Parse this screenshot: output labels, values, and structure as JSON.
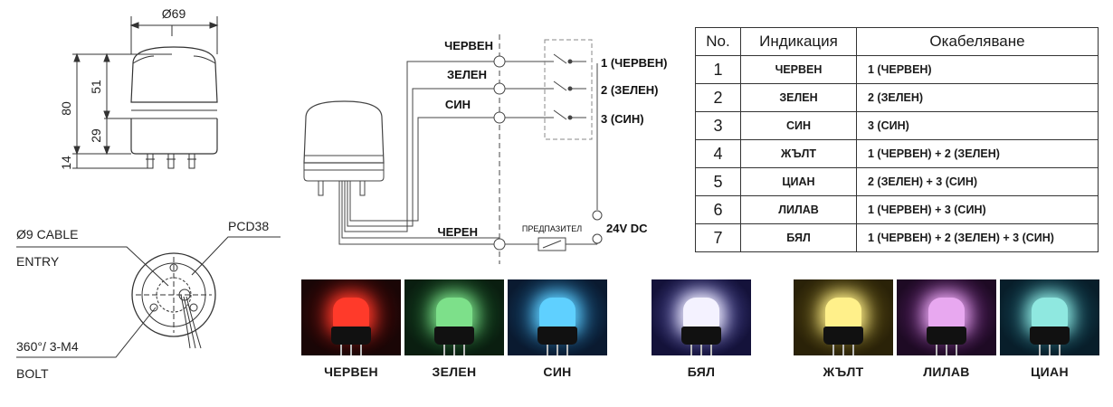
{
  "dimensions": {
    "diameter": "Ø69",
    "height_total": "80",
    "height_top": "51",
    "height_bottom": "29",
    "height_pins": "14",
    "cable_entry_line1": "Ø9 CABLE",
    "cable_entry_line2": "ENTRY",
    "pcd": "PCD38",
    "bolt_line1": "360°/ 3-M4",
    "bolt_line2": "BOLT"
  },
  "wiring": {
    "wire_red": "ЧЕРВЕН",
    "wire_green": "ЗЕЛЕН",
    "wire_blue": "СИН",
    "wire_black": "ЧЕРЕН",
    "switch1": "1 (ЧЕРВЕН)",
    "switch2": "2 (ЗЕЛЕН)",
    "switch3": "3 (СИН)",
    "fuse": "ПРЕДПАЗИТЕЛ",
    "power": "24V DC"
  },
  "table": {
    "headers": [
      "No.",
      "Индикация",
      "Окабеляване"
    ],
    "rows": [
      {
        "no": "1",
        "indication": "ЧЕРВЕН",
        "wiring": "1 (ЧЕРВЕН)"
      },
      {
        "no": "2",
        "indication": "ЗЕЛЕН",
        "wiring": "2 (ЗЕЛЕН)"
      },
      {
        "no": "3",
        "indication": "СИН",
        "wiring": "3 (СИН)"
      },
      {
        "no": "4",
        "indication": "ЖЪЛТ",
        "wiring": "1 (ЧЕРВЕН) + 2 (ЗЕЛЕН)"
      },
      {
        "no": "5",
        "indication": "ЦИАН",
        "wiring": "2 (ЗЕЛЕН) + 3 (СИН)"
      },
      {
        "no": "6",
        "indication": "ЛИЛАВ",
        "wiring": "1 (ЧЕРВЕН) + 3 (СИН)"
      },
      {
        "no": "7",
        "indication": "БЯЛ",
        "wiring": "1 (ЧЕРВЕН) + 2 (ЗЕЛЕН) + 3 (СИН)"
      }
    ]
  },
  "photos": [
    {
      "label": "ЧЕРВЕН",
      "lamp": "#ff3a2a",
      "glow": "#5a0c0c",
      "bg": "#1a0606"
    },
    {
      "label": "ЗЕЛЕН",
      "lamp": "#7de08a",
      "glow": "#1c5a2a",
      "bg": "#0a1e10"
    },
    {
      "label": "СИН",
      "lamp": "#5fd0ff",
      "glow": "#1a5a8a",
      "bg": "#0a1a30"
    },
    {
      "label": "БЯЛ",
      "lamp": "#f4f2ff",
      "glow": "#5a58b0",
      "bg": "#14123a"
    },
    {
      "label": "ЖЪЛТ",
      "lamp": "#fff08a",
      "glow": "#6a5a1a",
      "bg": "#2a2208"
    },
    {
      "label": "ЛИЛАВ",
      "lamp": "#e8a8f0",
      "glow": "#6a2a7a",
      "bg": "#1e0a24"
    },
    {
      "label": "ЦИАН",
      "lamp": "#8fe8e0",
      "glow": "#1a5a6a",
      "bg": "#081e2a"
    }
  ]
}
